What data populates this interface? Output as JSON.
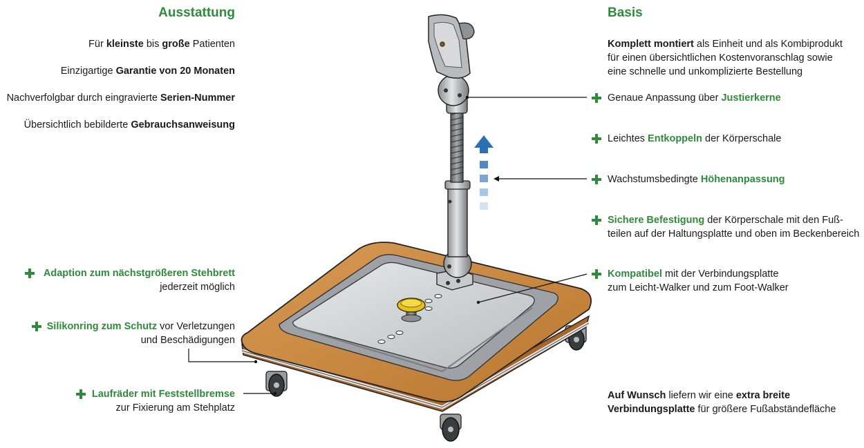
{
  "left": {
    "heading": "Ausstattung",
    "items": [
      {
        "pre": "Für ",
        "b1": "kleinste",
        "mid": " bis ",
        "b2": "große",
        "post": " Patienten"
      },
      {
        "pre": "Einzigartige ",
        "b1": "Garantie von 20 Monaten"
      },
      {
        "pre": "Nachverfolgbar durch eingravierte ",
        "b1": "Serien-Nummer"
      },
      {
        "pre": "Übersichtlich bebilderte ",
        "b1": "Gebrauchsanweisung"
      }
    ],
    "features": [
      {
        "title": "Adaption zum nächstgrößeren Stehbrett",
        "rest": "jederzeit möglich"
      },
      {
        "title": "Silikonring zum Schutz",
        "rest": " vor Verletzungen",
        "rest2": "und Beschädigungen"
      },
      {
        "title": "Laufräder mit Feststellbremse",
        "rest": "zur Fixierung am Stehplatz"
      }
    ]
  },
  "right": {
    "heading": "Basis",
    "intro": {
      "b1": "Komplett montiert",
      "post1": " als Einheit und als Kombiprodukt",
      "line2": "für einen übersichtlichen Kostenvoranschlag sowie",
      "line3": "eine schnelle und unkomplizierte Bestellung"
    },
    "features": [
      {
        "pre": "Genaue Anpassung über ",
        "green": "Justierkerne"
      },
      {
        "pre": "Leichtes ",
        "green": "Entkoppeln",
        "post": " der Körperschale"
      },
      {
        "pre": "Wachstumsbedingte ",
        "green": "Höhenanpassung"
      },
      {
        "green": "Sichere Befestigung",
        "post": " der Körperschale mit den Fuß-",
        "line2": "teilen auf der Haltungsplatte und oben im Beckenbereich"
      },
      {
        "green": "Kompatibel",
        "post": " mit der Verbindungsplatte",
        "line2": "zum Leicht-Walker und zum Foot-Walker"
      }
    ],
    "outro": {
      "b1": "Auf Wunsch",
      "mid": " liefern wir eine ",
      "b2": "extra breite",
      "b3": "Verbindungsplatte",
      "post": " für größere Fußabständefläche"
    }
  },
  "colors": {
    "accent": "#2e8b3a",
    "wood": "#c98a45",
    "arrow": "#2d6fb5"
  },
  "icons": [
    "plus-icon",
    "arrow-up-icon"
  ]
}
